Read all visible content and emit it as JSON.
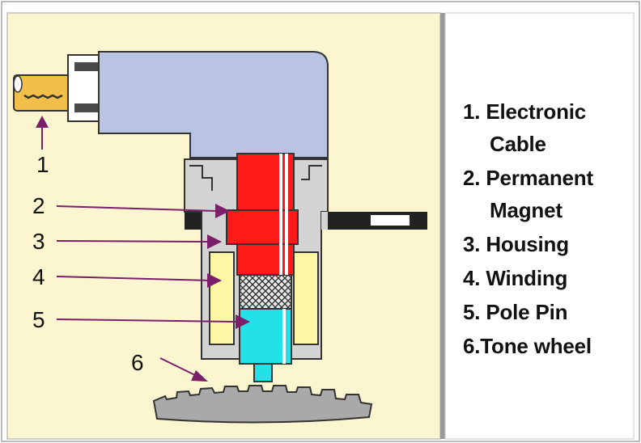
{
  "colors": {
    "panel_bg": "#fbf6cf",
    "cable": "#f2bf4a",
    "housing_cap": "#b9c4e2",
    "magnet": "#ff1a1a",
    "pole_pin": "#22e1e8",
    "winding": "#fff6a6",
    "body_gray": "#d3d3d3",
    "arrow": "#7b1f6a",
    "tone_wheel": "#a9a9a9"
  },
  "diagram": {
    "markers": [
      "1",
      "2",
      "3",
      "4",
      "5",
      "6"
    ]
  },
  "legend": {
    "items": [
      {
        "number": "1.",
        "lines": [
          "Electronic",
          "Cable"
        ]
      },
      {
        "number": "2.",
        "lines": [
          "Permanent",
          "Magnet"
        ]
      },
      {
        "number": "3.",
        "lines": [
          "Housing"
        ]
      },
      {
        "number": "4.",
        "lines": [
          "Winding"
        ]
      },
      {
        "number": "5.",
        "lines": [
          "Pole Pin"
        ]
      },
      {
        "number": "6.",
        "lines": [
          "Tone wheel"
        ]
      }
    ]
  }
}
